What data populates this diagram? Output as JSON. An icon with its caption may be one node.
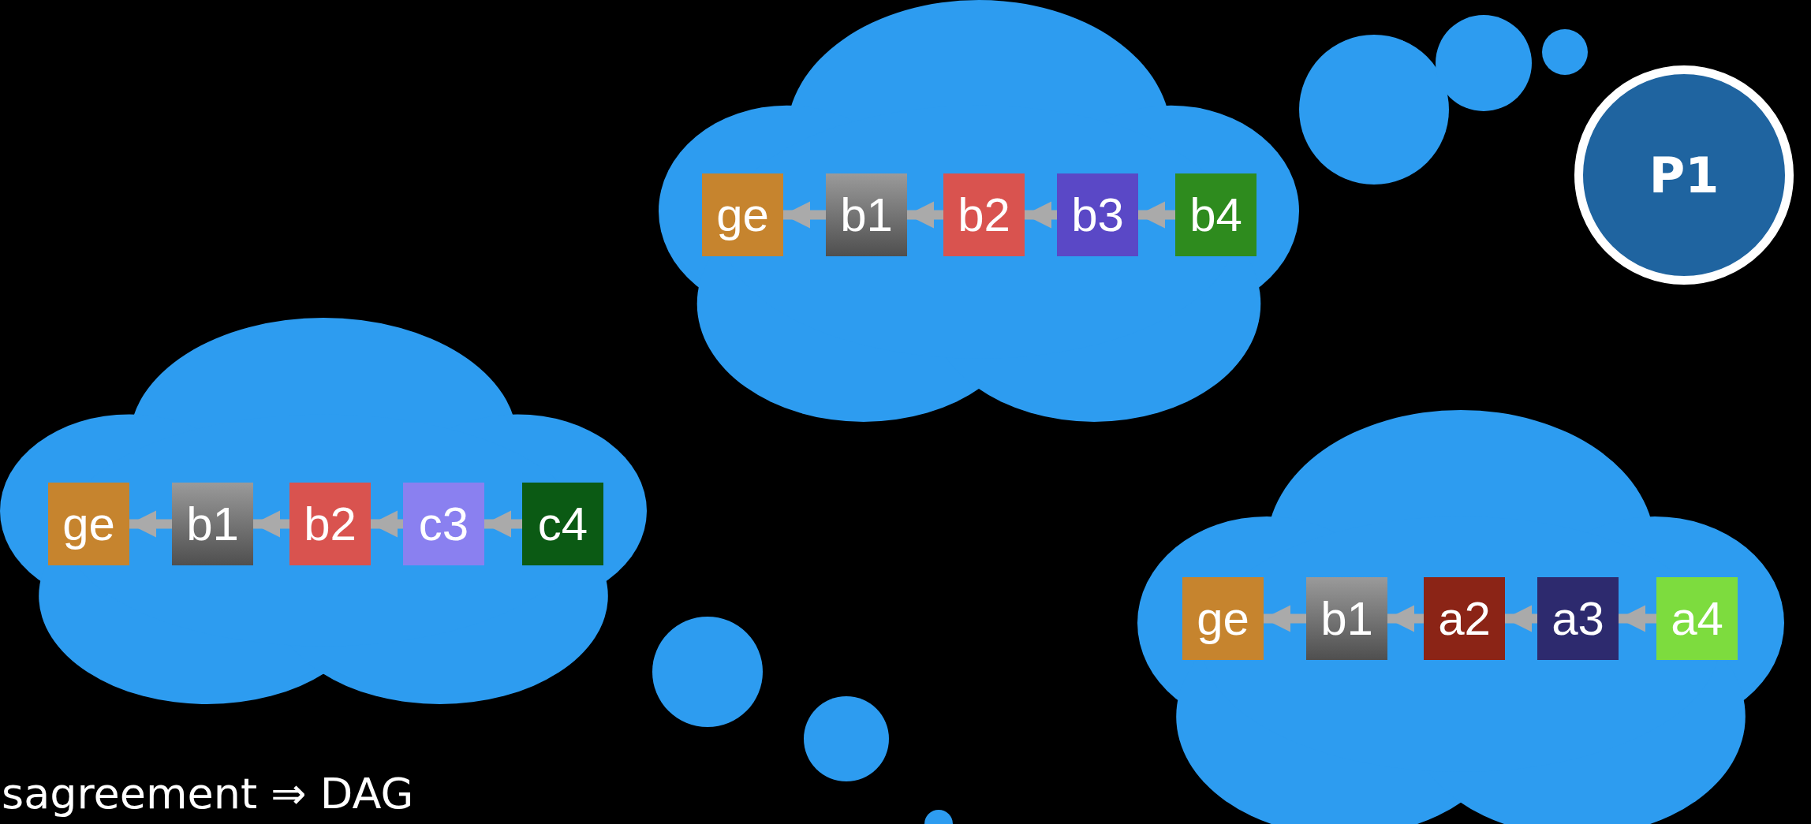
{
  "diagram": {
    "nodes": [
      {
        "text": [],
        "shape": "cloud"
      },
      {
        "text": [
          "ge"
        ],
        "in": 0
      },
      {
        "text": [
          "b1"
        ],
        "in": 0
      },
      {
        "text": [
          "b2"
        ],
        "in": 0
      },
      {
        "text": [
          "b3"
        ],
        "in": 0
      },
      {
        "text": [
          "b4"
        ],
        "in": 0
      },
      {
        "text": [],
        "shape": "cloud"
      },
      {
        "text": [
          "ge"
        ],
        "in": 6
      },
      {
        "text": [
          "b1"
        ],
        "in": 6
      },
      {
        "text": [
          "b2"
        ],
        "in": 6
      },
      {
        "text": [
          "c3"
        ],
        "in": 6
      },
      {
        "text": [
          "c4"
        ],
        "in": 6
      },
      {
        "text": [],
        "shape": "cloud"
      },
      {
        "text": [
          "ge"
        ],
        "in": 12
      },
      {
        "text": [
          "b1"
        ],
        "in": 12
      },
      {
        "text": [
          "a2"
        ],
        "in": 12
      },
      {
        "text": [
          "a3"
        ],
        "in": 12
      },
      {
        "text": [
          "a4"
        ],
        "in": 12
      },
      {
        "text": [
          "P1"
        ]
      },
      {
        "text": [],
        "shape": "circle"
      },
      {
        "text": [],
        "shape": "circle"
      },
      {
        "text": [],
        "shape": "circle"
      },
      {
        "text": [],
        "shape": "circle"
      },
      {
        "text": [],
        "shape": "circle"
      },
      {
        "text": [],
        "shape": "circle"
      }
    ],
    "edges": [
      {
        "from": 2,
        "to": 1,
        "arrow": "to"
      },
      {
        "from": 3,
        "to": 2,
        "arrow": "to"
      },
      {
        "from": 4,
        "to": 3,
        "arrow": "to"
      },
      {
        "from": 5,
        "to": 4,
        "arrow": "to"
      },
      {
        "from": 8,
        "to": 7,
        "arrow": "to"
      },
      {
        "from": 9,
        "to": 8,
        "arrow": "to"
      },
      {
        "from": 10,
        "to": 9,
        "arrow": "to"
      },
      {
        "from": 11,
        "to": 10,
        "arrow": "to"
      },
      {
        "from": 14,
        "to": 13,
        "arrow": "to"
      },
      {
        "from": 15,
        "to": 14,
        "arrow": "to"
      },
      {
        "from": 16,
        "to": 15,
        "arrow": "to"
      },
      {
        "from": 17,
        "to": 16,
        "arrow": "to"
      }
    ],
    "labels": [
      "sagreement ⇒ DAG"
    ]
  }
}
